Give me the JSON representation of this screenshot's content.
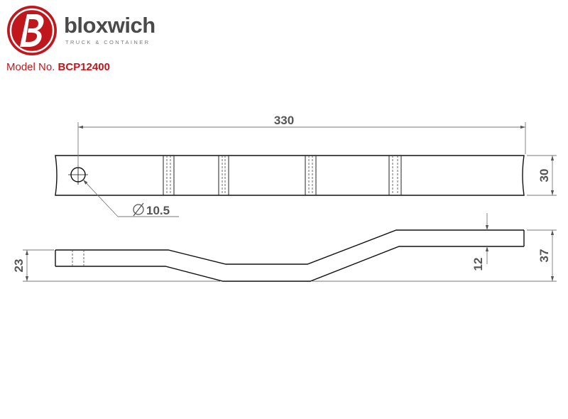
{
  "brand": {
    "name": "bloxwich",
    "tagline": "TRUCK & CONTAINER",
    "colors": {
      "red": "#c0171d",
      "grey": "#4a4a4a"
    }
  },
  "model": {
    "label": "Model No.",
    "number": "BCP12400"
  },
  "dimensions": {
    "overall_length": "330",
    "width": "30",
    "hole_diameter": "10.5",
    "end_height": "23",
    "offset": "12",
    "total_height": "37"
  }
}
